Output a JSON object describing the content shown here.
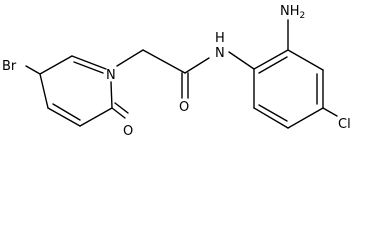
{
  "molecule": {
    "atoms": {
      "br": "Br",
      "n_ring": "N",
      "o_carbonyl": "O",
      "o_amide": "O",
      "n_amide": "N",
      "h_amide": "H",
      "nh2": "NH",
      "nh2_sub": "2",
      "cl": "Cl"
    }
  }
}
